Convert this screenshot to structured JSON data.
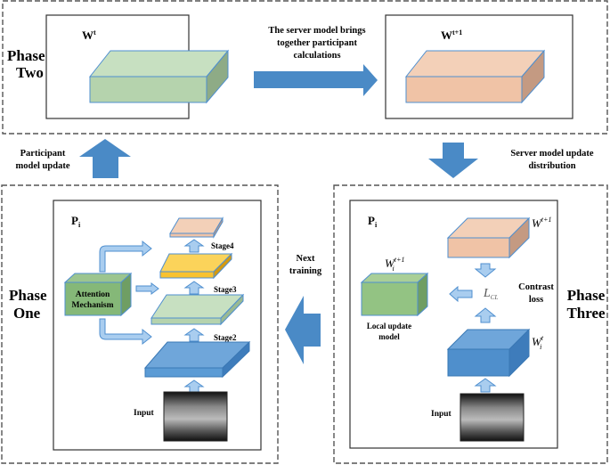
{
  "phase_two": {
    "label_line1": "Phase",
    "label_line2": "Two",
    "left_weight": "W",
    "left_weight_sup": "t",
    "right_weight": "W",
    "right_weight_sup": "t+1",
    "aggregate_line1": "The server model brings",
    "aggregate_line2": "together participant",
    "aggregate_line3": "calculations"
  },
  "transitions": {
    "participant_update_line1": "Participant",
    "participant_update_line2": "model update",
    "server_distribution_line1": "Server model update",
    "server_distribution_line2": "distribution",
    "next_training_line1": "Next",
    "next_training_line2": "training"
  },
  "phase_one": {
    "label_line1": "Phase",
    "label_line2": "One",
    "participant": "P",
    "participant_sub": "i",
    "attention_line1": "Attention",
    "attention_line2": "Mechanism",
    "stage4": "Stage4",
    "stage3": "Stage3",
    "stage2": "Stage2",
    "input": "Input"
  },
  "phase_three": {
    "label_line1": "Phase",
    "label_line2": "Three",
    "participant": "P",
    "participant_sub": "i",
    "server_weight": "W",
    "server_weight_sup": "t+1",
    "local_weight": "W",
    "local_weight_sup": "t",
    "local_weight_sub": "i",
    "updated_weight": "W",
    "updated_weight_sup": "t+1",
    "updated_weight_sub": "i",
    "loss_symbol": "L",
    "loss_sub": "CL",
    "contrast_line1": "Contrast",
    "contrast_line2": "loss",
    "local_update_line1": "Local update",
    "local_update_line2": "model",
    "input": "Input"
  },
  "colors": {
    "arrow_blue": "#4a8ac6",
    "green": "#b5d3ad",
    "orange": "#f0c3a6",
    "yellow": "#f9c22e",
    "blue_block": "#5b9bd5"
  }
}
